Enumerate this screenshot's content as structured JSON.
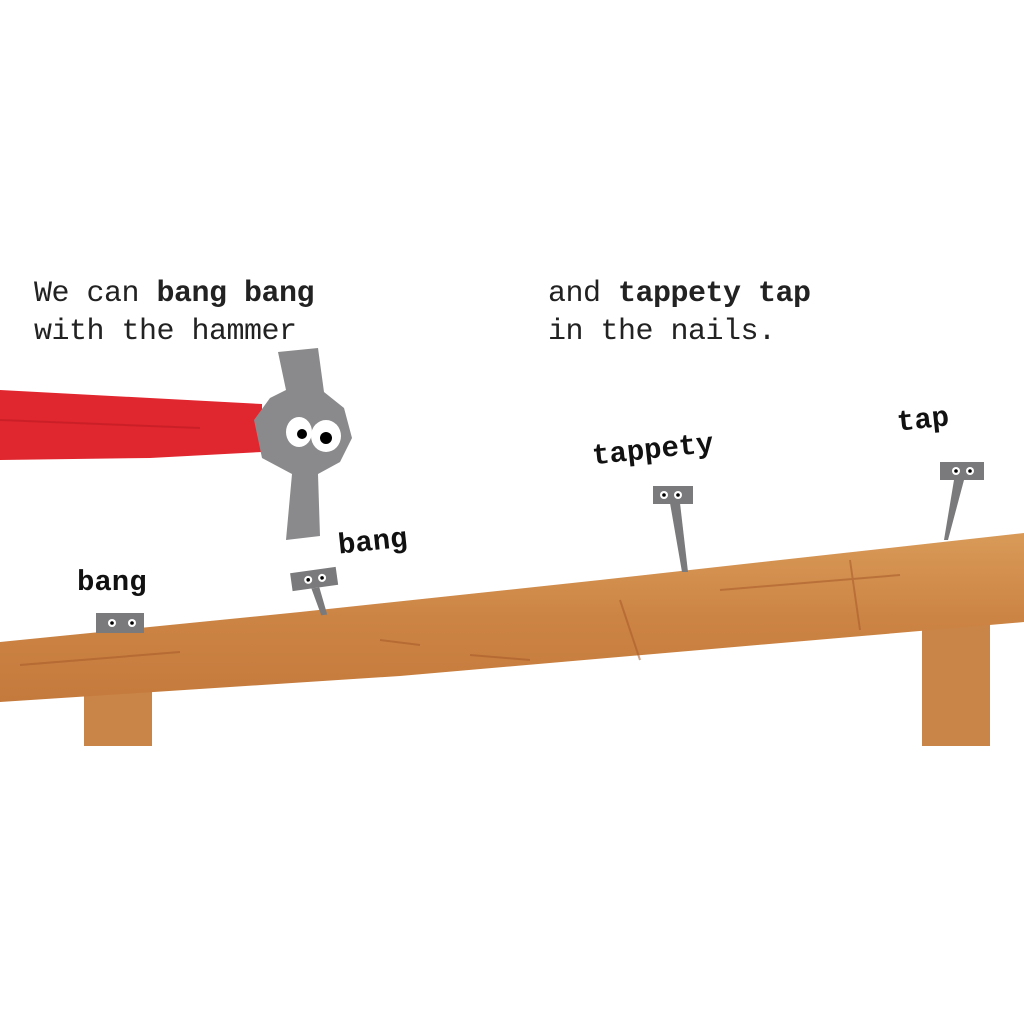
{
  "left_caption": {
    "line1_prefix": "We can ",
    "line1_bold": "bang bang",
    "line2": "with the hammer"
  },
  "right_caption": {
    "line1_prefix": "and ",
    "line1_bold": "tappety tap",
    "line2": "in the nails."
  },
  "sound_words": [
    "bang",
    "bang",
    "tappety",
    "tap"
  ],
  "colors": {
    "arm": "#e0262e",
    "hammer": "#8a8a8c",
    "wood": "#d08a4a",
    "nail": "#7a7a7c"
  }
}
